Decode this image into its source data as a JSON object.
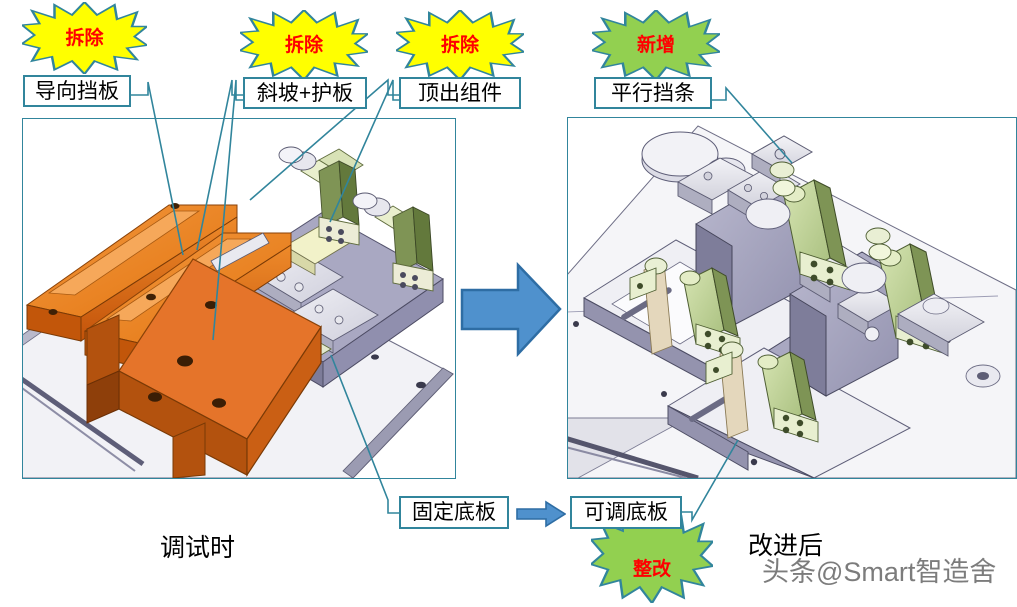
{
  "figure": {
    "title_left": "调试时",
    "title_right": "改进后",
    "watermark": "头条@Smart智造舍"
  },
  "colors": {
    "callout_border": "#31859C",
    "burst_remove_fill": "#FFFF00",
    "burst_add_fill": "#92D050",
    "burst_outline": "#31859C",
    "burst_text": "#FF0000",
    "arrow_fill": "#4F91CD",
    "arrow_outline": "#2E6DA4",
    "part_orange": "#E8751A",
    "part_green": "#8FAE6B",
    "part_purple": "#8C8BA8",
    "part_gray": "#D9D9E2"
  },
  "bursts": [
    {
      "id": "burst-remove-1",
      "label": "拆除",
      "kind": "remove"
    },
    {
      "id": "burst-remove-2",
      "label": "拆除",
      "kind": "remove"
    },
    {
      "id": "burst-remove-3",
      "label": "拆除",
      "kind": "remove"
    },
    {
      "id": "burst-add-1",
      "label": "新增",
      "kind": "add"
    },
    {
      "id": "burst-rework-1",
      "label": "整改",
      "kind": "add"
    }
  ],
  "callouts": [
    {
      "id": "callout-guide-plate",
      "label": "导向挡板"
    },
    {
      "id": "callout-ramp-guard",
      "label": "斜坡+护板"
    },
    {
      "id": "callout-ejector-assy",
      "label": "顶出组件"
    },
    {
      "id": "callout-parallel-bar",
      "label": "平行挡条"
    },
    {
      "id": "callout-fixed-baseplate",
      "label": "固定底板"
    },
    {
      "id": "callout-adj-baseplate",
      "label": "可调底板"
    }
  ],
  "panels": {
    "left": {
      "id": "panel-before",
      "alt": "调试时 CAD 装配视图"
    },
    "right": {
      "id": "panel-after",
      "alt": "改进后 CAD 装配视图"
    }
  },
  "arrows": {
    "main": "transition-arrow",
    "small": "baseplate-change-arrow"
  }
}
